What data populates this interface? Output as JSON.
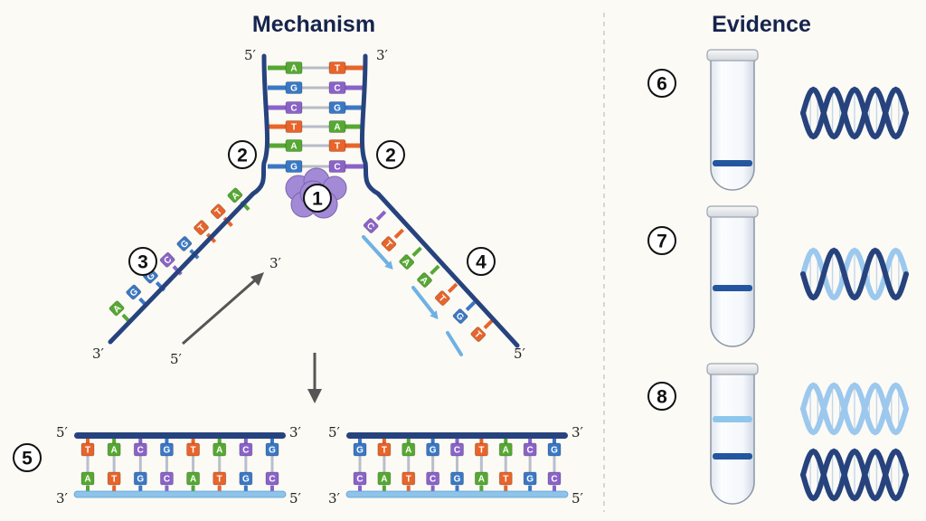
{
  "titles": {
    "mechanism": "Mechanism",
    "evidence": "Evidence"
  },
  "colors": {
    "A": "#56a832",
    "T": "#e8642a",
    "G": "#3b78c4",
    "C": "#8a63c8",
    "backbone_dark": "#27437e",
    "backbone_light": "#8ec3ea",
    "helicase": "#a38ad6",
    "band_dark": "#23569e",
    "band_light": "#8ec6ec"
  },
  "fork": {
    "parental_left": [
      "A",
      "G",
      "C",
      "T",
      "A",
      "G"
    ],
    "parental_right": [
      "T",
      "C",
      "G",
      "A",
      "T",
      "C"
    ],
    "leading_template": [
      "A",
      "T",
      "T",
      "G",
      "C",
      "G",
      "G",
      "A"
    ],
    "lagging_template": [
      "C",
      "T",
      "A",
      "A",
      "T",
      "G",
      "T"
    ],
    "ends": {
      "top_left": "5′",
      "top_right": "3′",
      "left_bottom": "3′",
      "right_bottom": "5′",
      "leading_primer_start": "5′",
      "leading_primer_end": "3′"
    }
  },
  "products": {
    "left": {
      "top": [
        "T",
        "A",
        "C",
        "G",
        "T",
        "A",
        "C",
        "G"
      ],
      "bottom": [
        "A",
        "T",
        "G",
        "C",
        "A",
        "T",
        "G",
        "C"
      ],
      "ends": [
        "5′",
        "3′",
        "3′",
        "5′"
      ]
    },
    "right": {
      "top": [
        "G",
        "T",
        "A",
        "G",
        "C",
        "T",
        "A",
        "C",
        "G"
      ],
      "bottom": [
        "C",
        "A",
        "T",
        "C",
        "G",
        "A",
        "T",
        "G",
        "C"
      ],
      "ends": [
        "5′",
        "3′",
        "3′",
        "5′"
      ]
    }
  },
  "labels": [
    "1",
    "2",
    "2",
    "3",
    "4",
    "5",
    "6",
    "7",
    "8"
  ],
  "evidence": [
    {
      "number": "6",
      "bands": [
        "dark"
      ],
      "helices": [
        [
          "dark"
        ]
      ]
    },
    {
      "number": "7",
      "bands": [
        "dark"
      ],
      "helices": [
        [
          "half"
        ]
      ]
    },
    {
      "number": "8",
      "bands": [
        "light",
        "dark"
      ],
      "helices": [
        [
          "light"
        ],
        [
          "dark"
        ]
      ]
    }
  ]
}
